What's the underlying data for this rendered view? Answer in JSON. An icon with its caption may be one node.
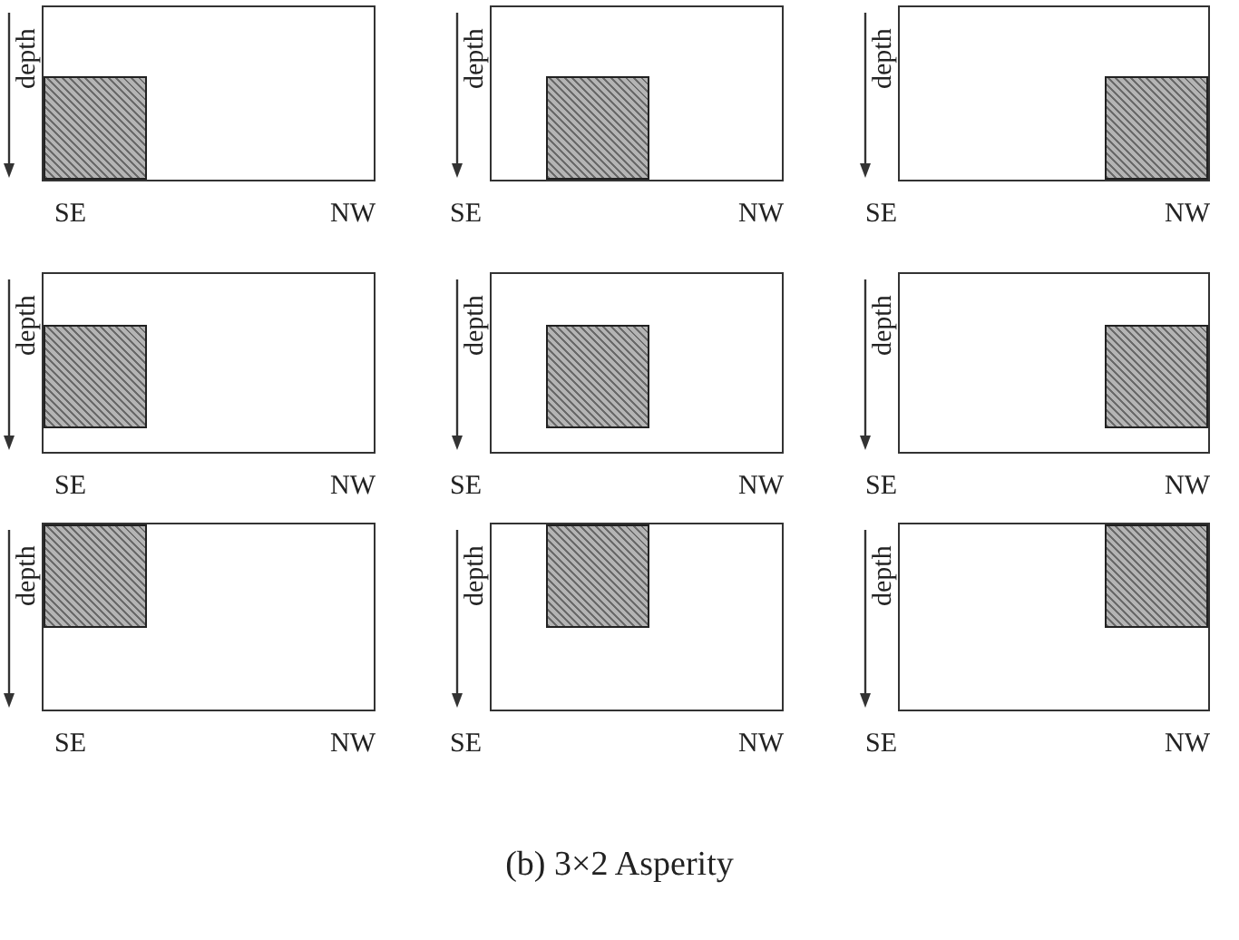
{
  "diagram": {
    "caption": "(b) 3×2 Asperity",
    "nodes": [
      {
        "text": [],
        "shape": "box"
      },
      {
        "text": [],
        "shape": "box",
        "in": 0
      },
      {
        "text": [],
        "shape": "box"
      },
      {
        "text": [],
        "shape": "box",
        "in": 2
      },
      {
        "text": [],
        "shape": "box"
      },
      {
        "text": [],
        "shape": "box",
        "in": 4
      },
      {
        "text": [],
        "shape": "box"
      },
      {
        "text": [],
        "shape": "box",
        "in": 6
      },
      {
        "text": [],
        "shape": "box"
      },
      {
        "text": [],
        "shape": "box",
        "in": 8
      },
      {
        "text": [],
        "shape": "box"
      },
      {
        "text": [],
        "shape": "box",
        "in": 10
      },
      {
        "text": [],
        "shape": "box"
      },
      {
        "text": [],
        "shape": "box",
        "in": 12
      },
      {
        "text": [],
        "shape": "box"
      },
      {
        "text": [],
        "shape": "box",
        "in": 14
      },
      {
        "text": [],
        "shape": "box"
      },
      {
        "text": [],
        "shape": "box",
        "in": 16
      }
    ],
    "labels": [
      "depth",
      "SE",
      "NW",
      "depth",
      "SE",
      "NW",
      "depth",
      "SE",
      "NW",
      "depth",
      "SE",
      "NW",
      "depth",
      "SE",
      "NW",
      "depth",
      "SE",
      "NW",
      "depth",
      "SE",
      "NW",
      "depth",
      "SE",
      "NW",
      "depth",
      "SE",
      "NW"
    ]
  }
}
